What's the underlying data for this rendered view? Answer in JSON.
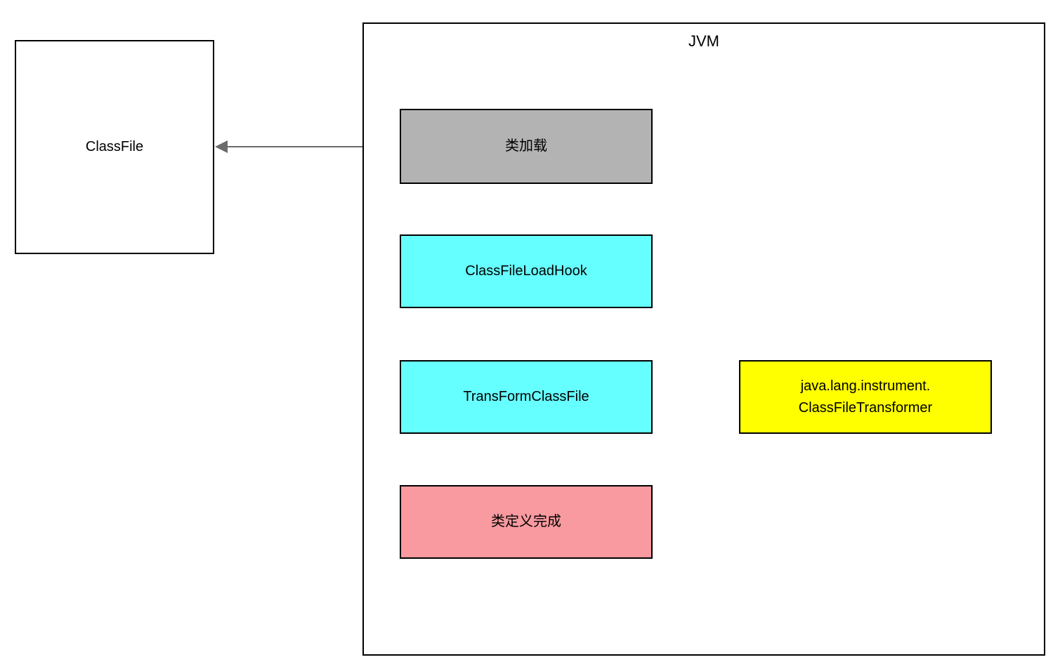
{
  "diagram": {
    "container_title": "JVM",
    "nodes": {
      "classfile": {
        "label": "ClassFile",
        "fill": "#ffffff"
      },
      "class_load": {
        "label": "类加载",
        "fill": "#b3b3b3"
      },
      "classfile_load_hook": {
        "label": "ClassFileLoadHook",
        "fill": "#66ffff"
      },
      "transform_class_file": {
        "label": "TransFormClassFile",
        "fill": "#66ffff"
      },
      "class_define_done": {
        "label": "类定义完成",
        "fill": "#f89aa0"
      },
      "class_file_transformer": {
        "label_line1": "java.lang.instrument.",
        "label_line2": "ClassFileTransformer",
        "fill": "#ffff00"
      }
    },
    "edges": [
      {
        "from": "class_load",
        "to": "classfile",
        "style": "solid",
        "head": "filled"
      },
      {
        "from": "class_load",
        "to": "classfile_load_hook",
        "style": "solid",
        "head": "filled"
      },
      {
        "from": "classfile_load_hook",
        "to": "transform_class_file",
        "style": "solid",
        "head": "filled"
      },
      {
        "from": "transform_class_file",
        "to": "class_define_done",
        "style": "solid",
        "head": "filled"
      },
      {
        "from": "transform_class_file",
        "to": "class_file_transformer",
        "style": "dashed",
        "head": "open"
      }
    ],
    "colors": {
      "arrow": "#6b6b6b",
      "border": "#000000",
      "background": "#ffffff"
    }
  }
}
